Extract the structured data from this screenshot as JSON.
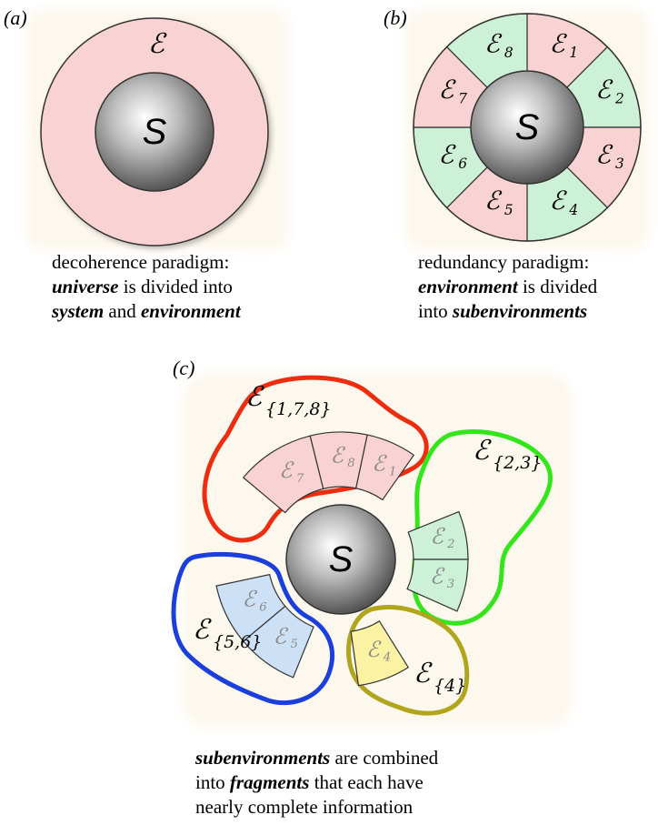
{
  "panels": {
    "a": {
      "label": "(a)",
      "system": "S",
      "env": "ℰ",
      "caption": [
        [
          {
            "t": "decoherence paradigm:",
            "b": false
          }
        ],
        [
          {
            "t": "universe",
            "b": true
          },
          {
            "t": " is divided into",
            "b": false
          }
        ],
        [
          {
            "t": "system",
            "b": true
          },
          {
            "t": " and ",
            "b": false
          },
          {
            "t": "environment",
            "b": true
          }
        ]
      ]
    },
    "b": {
      "label": "(b)",
      "system": "S",
      "segments": [
        {
          "sym": "ℰ",
          "sub": "1",
          "fill": "pink"
        },
        {
          "sym": "ℰ",
          "sub": "2",
          "fill": "green"
        },
        {
          "sym": "ℰ",
          "sub": "3",
          "fill": "pink"
        },
        {
          "sym": "ℰ",
          "sub": "4",
          "fill": "green"
        },
        {
          "sym": "ℰ",
          "sub": "5",
          "fill": "pink"
        },
        {
          "sym": "ℰ",
          "sub": "6",
          "fill": "green"
        },
        {
          "sym": "ℰ",
          "sub": "7",
          "fill": "pink"
        },
        {
          "sym": "ℰ",
          "sub": "8",
          "fill": "green"
        }
      ],
      "caption": [
        [
          {
            "t": "redundancy paradigm:",
            "b": false
          }
        ],
        [
          {
            "t": "environment",
            "b": true
          },
          {
            "t": " is divided",
            "b": false
          }
        ],
        [
          {
            "t": "into ",
            "b": false
          },
          {
            "t": "subenvironments",
            "b": true
          }
        ]
      ]
    },
    "c": {
      "label": "(c)",
      "system": "S",
      "fragments": [
        {
          "name": "ℰ",
          "sub": "{1,7,8}",
          "color": "red",
          "segments": [
            "1",
            "8",
            "7"
          ]
        },
        {
          "name": "ℰ",
          "sub": "{2,3}",
          "color": "green",
          "segments": [
            "2",
            "3"
          ]
        },
        {
          "name": "ℰ",
          "sub": "{5,6}",
          "color": "blue",
          "segments": [
            "6",
            "5"
          ]
        },
        {
          "name": "ℰ",
          "sub": "{4}",
          "color": "olive",
          "segments": [
            "4"
          ]
        }
      ],
      "caption": [
        [
          {
            "t": "subenvironments",
            "b": true
          },
          {
            "t": " are combined",
            "b": false
          }
        ],
        [
          {
            "t": "into ",
            "b": false
          },
          {
            "t": "fragments",
            "b": true
          },
          {
            "t": " that each have",
            "b": false
          }
        ],
        [
          {
            "t": "nearly complete information",
            "b": false
          }
        ]
      ]
    }
  },
  "colors": {
    "pink": "#f9d3d3",
    "green": "#cdf1d7",
    "blue": "#cde1f6",
    "yellow": "#fbf3a3",
    "red": "#ec2d10",
    "greenOutline": "#33e61a",
    "blueOutline": "#1a3fdc",
    "olive": "#b0a51c",
    "backdrop": "#fdf8ee"
  }
}
